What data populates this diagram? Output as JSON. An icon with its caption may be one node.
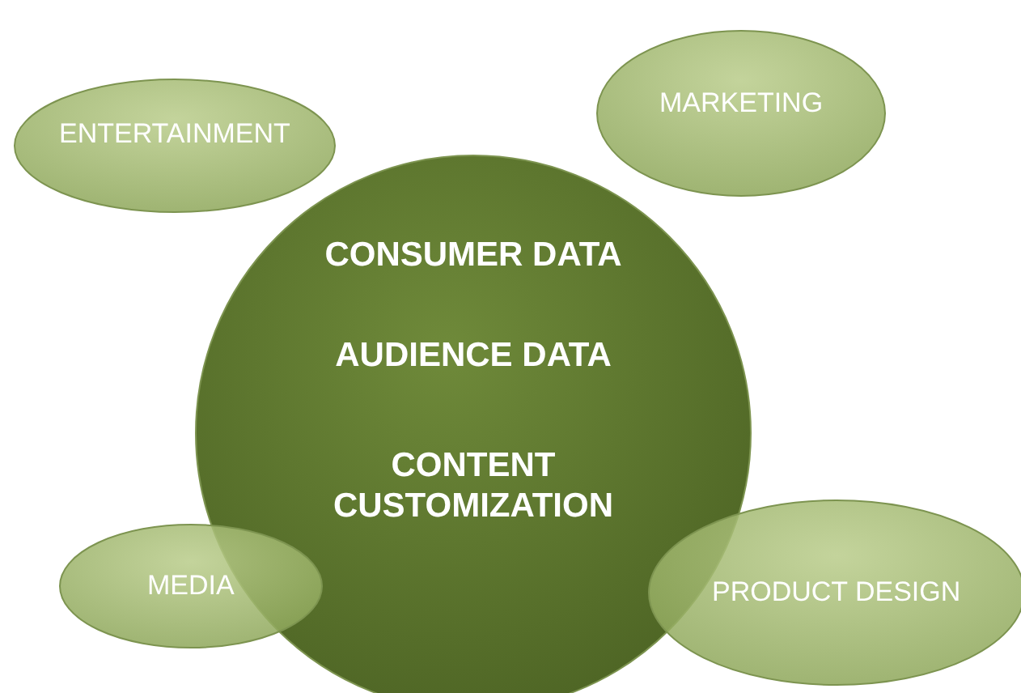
{
  "diagram": {
    "nodes": [
      {
        "text": [
          "ENTERTAINMENT"
        ]
      },
      {
        "text": [
          "MARKETING"
        ]
      },
      {
        "text": [
          "CONSUMER DATA",
          "AUDIENCE DATA",
          "CONTENT CUSTOMIZATION"
        ]
      },
      {
        "text": [
          "MEDIA"
        ]
      },
      {
        "text": [
          "PRODUCT DESIGN"
        ]
      }
    ],
    "edges": []
  }
}
